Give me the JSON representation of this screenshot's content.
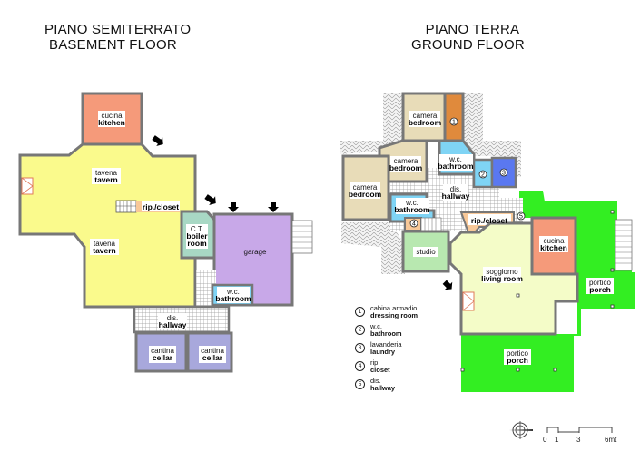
{
  "basement": {
    "title_it": "PIANO SEMITERRATO",
    "title_en": "BASEMENT FLOOR",
    "rooms": {
      "kitchen": {
        "it": "cucina",
        "en": "kitchen"
      },
      "tavern1": {
        "it": "tavena",
        "en": "tavern"
      },
      "tavern2": {
        "it": "tavena",
        "en": "tavern"
      },
      "closet": {
        "text": "rip./closet"
      },
      "boiler": {
        "it": "C.T.",
        "en1": "boiler",
        "en2": "room"
      },
      "garage": {
        "en": "garage"
      },
      "bathroom": {
        "it": "w.c.",
        "en": "bathroom"
      },
      "hallway": {
        "it": "dis.",
        "en": "hallway"
      },
      "cellar1": {
        "it": "cantina",
        "en": "cellar"
      },
      "cellar2": {
        "it": "cantina",
        "en": "cellar"
      }
    }
  },
  "ground": {
    "title_it": "PIANO TERRA",
    "title_en": "GROUND FLOOR",
    "rooms": {
      "bedroom1": {
        "it": "camera",
        "en": "bedroom"
      },
      "bedroom2": {
        "it": "camera",
        "en": "bedroom"
      },
      "bedroom3": {
        "it": "camera",
        "en": "bedroom"
      },
      "bath1": {
        "it": "w.c.",
        "en": "bathroom"
      },
      "bath2": {
        "it": "w.c.",
        "en": "bathroom"
      },
      "hallway": {
        "it": "dis.",
        "en": "hallway"
      },
      "closet": {
        "text": "rip./closet"
      },
      "studio": {
        "en": "studio"
      },
      "kitchen": {
        "it": "cucina",
        "en": "kitchen"
      },
      "living": {
        "it": "soggiorno",
        "en": "living room"
      },
      "porch1": {
        "it": "portico",
        "en": "porch"
      },
      "porch2": {
        "it": "portico",
        "en": "porch"
      },
      "markers": [
        "1",
        "2",
        "3",
        "4",
        "5"
      ]
    }
  },
  "legend": [
    {
      "num": "1",
      "it": "cabina armadio",
      "en": "dressing room"
    },
    {
      "num": "2",
      "it": "w.c.",
      "en": "bathroom"
    },
    {
      "num": "3",
      "it": "lavanderia",
      "en": "laundry"
    },
    {
      "num": "4",
      "it": "rip.",
      "en": "closet"
    },
    {
      "num": "5",
      "it": "dis.",
      "en": "hallway"
    }
  ],
  "scale": {
    "ticks": [
      "0",
      "1",
      "3",
      "6mt"
    ]
  },
  "colors": {
    "kitchen": "#f59a7a",
    "tavern": "#fafa8c",
    "boiler": "#a8d8c4",
    "garage": "#c8a8e8",
    "bathroom": "#7fd4f5",
    "cellar": "#a8a8dc",
    "bedroom": "#e8dcb8",
    "dressing": "#e08a3c",
    "laundry": "#5a78f0",
    "studio": "#b8e8b0",
    "living": "#f4fcc8",
    "porch": "#33ee22",
    "closet": "#f8c898",
    "wall": "#888888"
  }
}
